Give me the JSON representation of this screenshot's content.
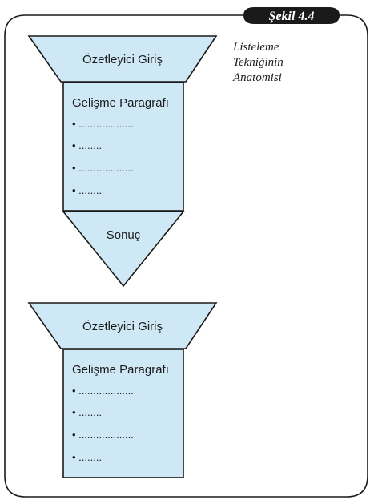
{
  "figure": {
    "badge_label": "Şekil 4.4",
    "caption_lines": [
      "Listeleme",
      "Tekniğinin",
      "Anatomisi"
    ]
  },
  "colors": {
    "shape_fill": "#cfe8f5",
    "stroke": "#1a1a1a",
    "badge_fill": "#1a1a1a",
    "badge_text": "#ffffff",
    "text": "#1a1a1a"
  },
  "diagram": {
    "top_group": {
      "intro_label": "Özetleyici Giriş",
      "body_title": "Gelişme Paragrafı",
      "bullets": [
        "• ...................",
        "• ........",
        "• ...................",
        "• ........"
      ],
      "conclusion_label": "Sonuç"
    },
    "bottom_group": {
      "intro_label": "Özetleyici Giriş",
      "body_title": "Gelişme Paragrafı",
      "bullets": [
        "• ...................",
        "• ........",
        "• ...................",
        "• ........"
      ]
    }
  }
}
